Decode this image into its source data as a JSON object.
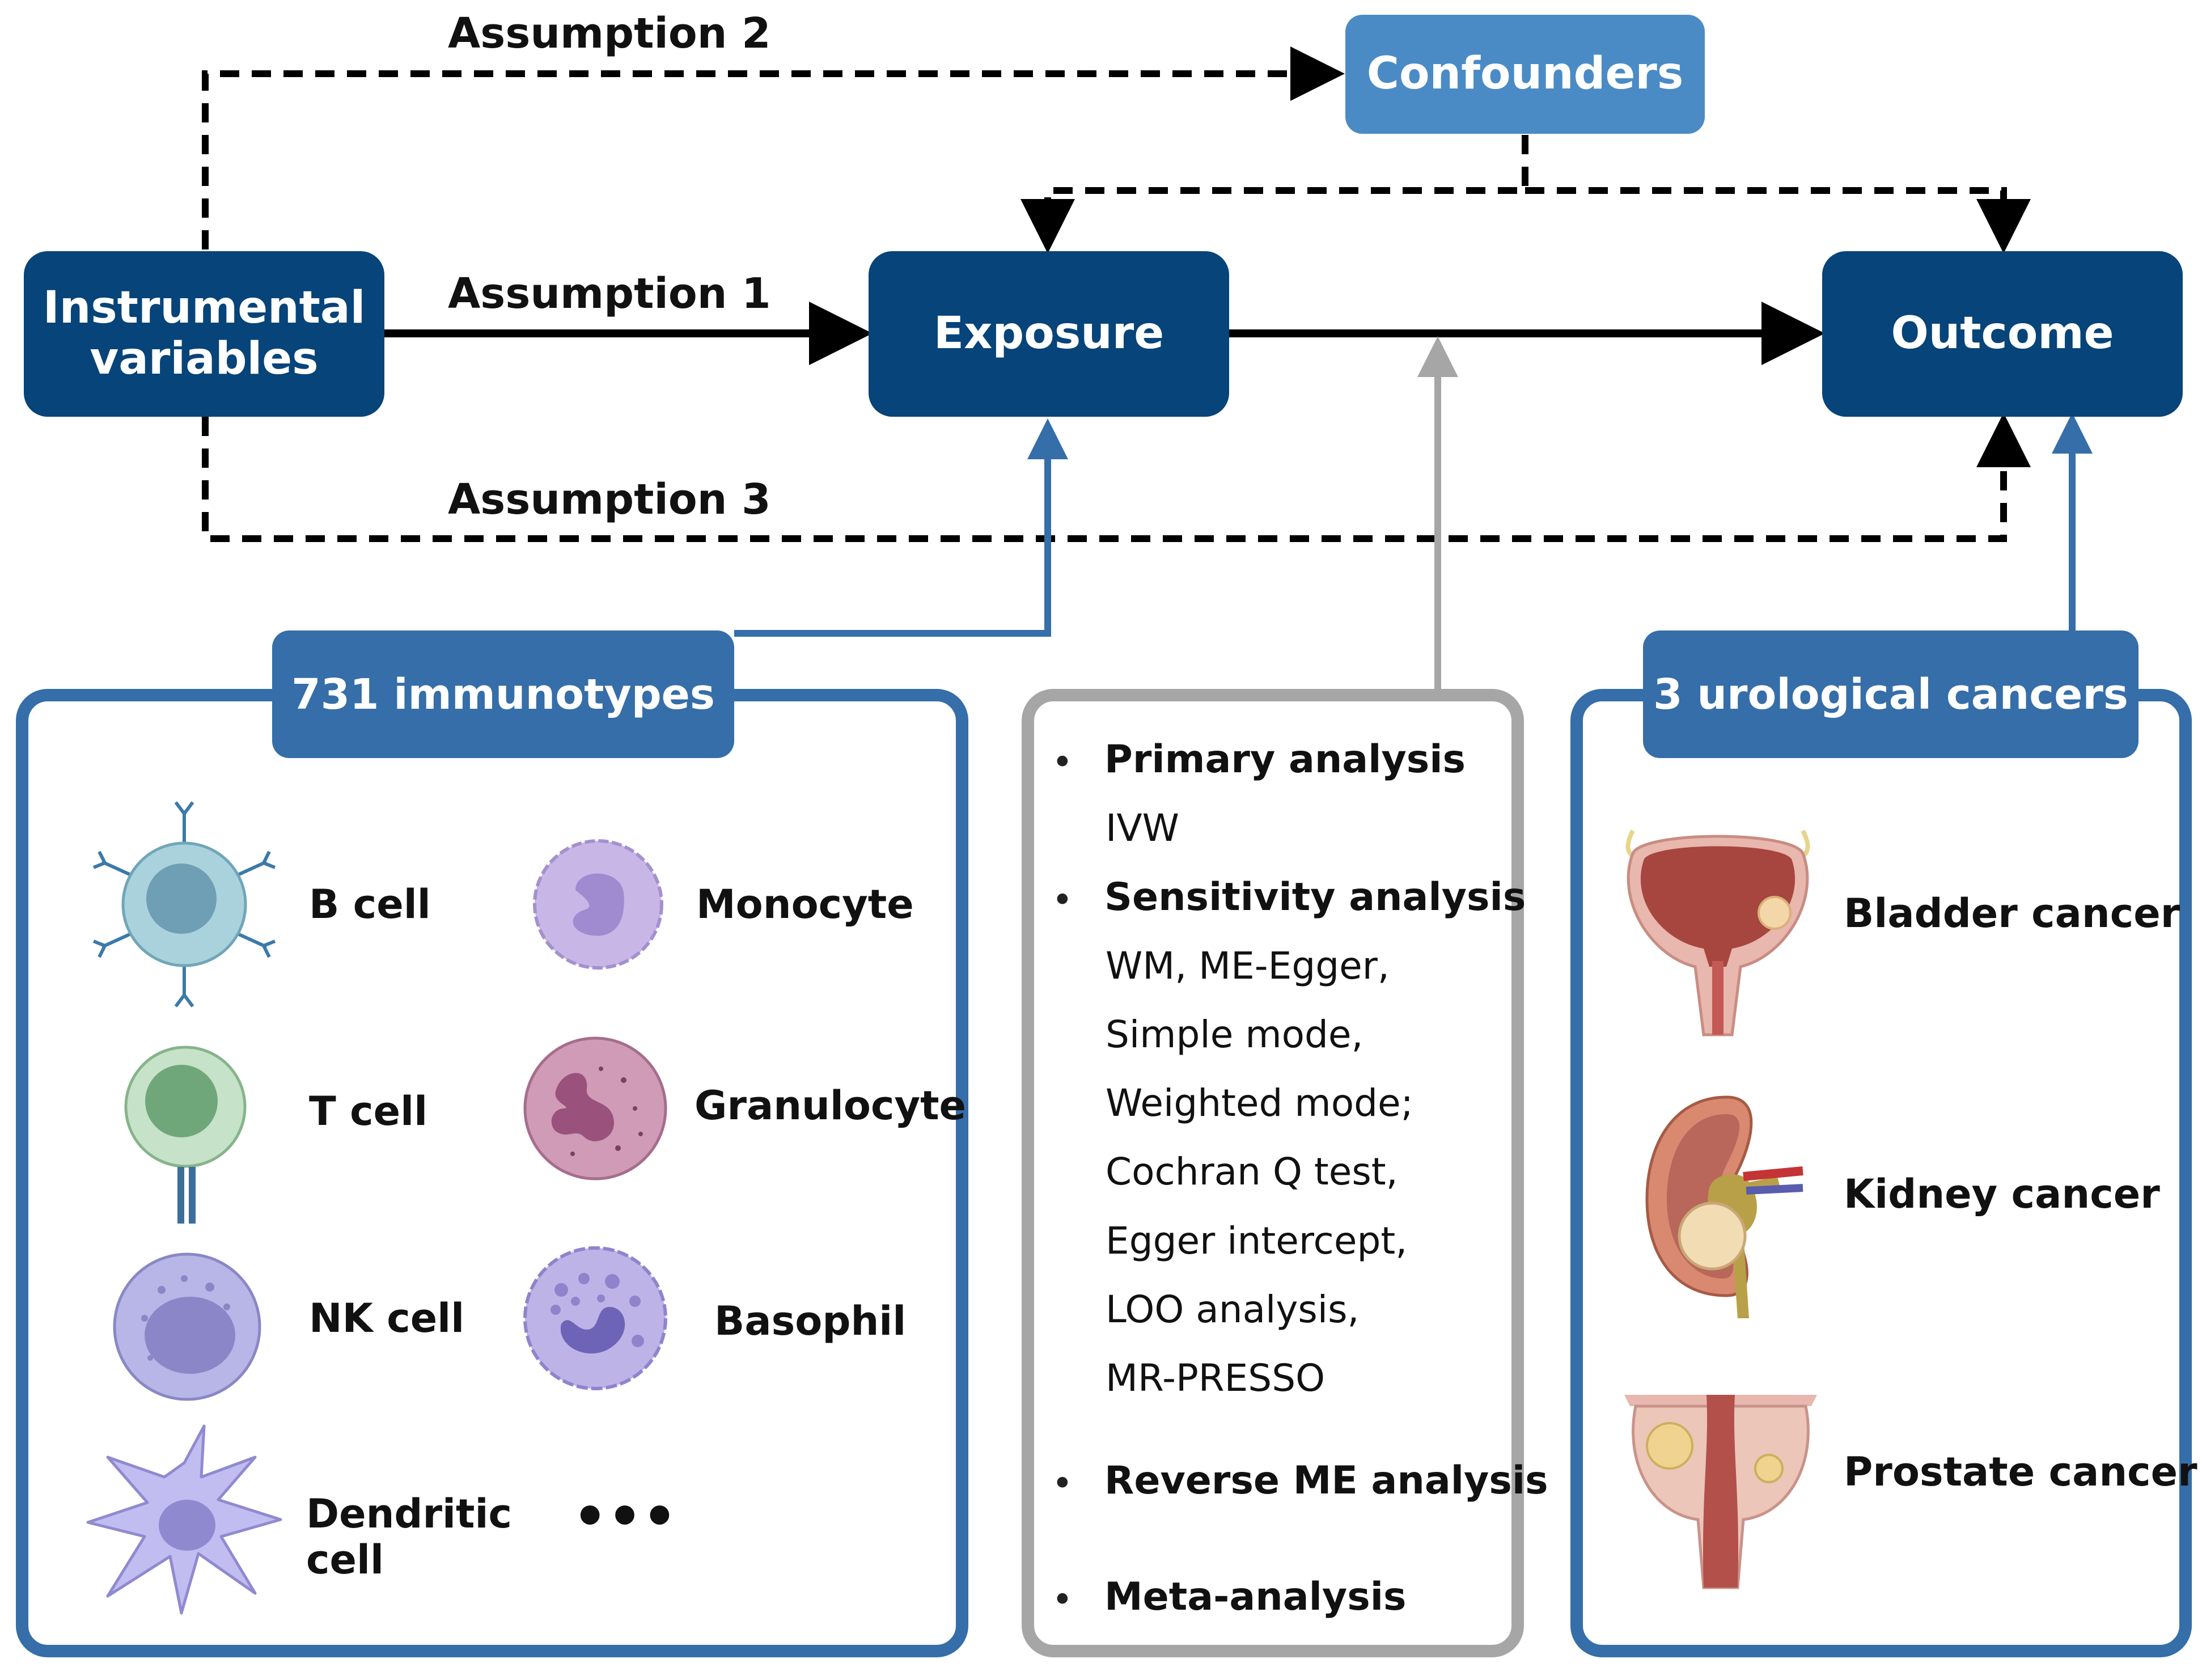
{
  "nodes": {
    "instrumental": [
      "Instrumental",
      "variables"
    ],
    "exposure": "Exposure",
    "outcome": "Outcome",
    "confounders": "Confounders"
  },
  "assumptions": {
    "a1": "Assumption 1",
    "a2": "Assumption 2",
    "a3": "Assumption 3"
  },
  "immunotypes": {
    "title": "731 immunotypes",
    "cells": {
      "b_cell": "B cell",
      "t_cell": "T cell",
      "nk_cell": "NK cell",
      "dendritic": [
        "Dendritic",
        "cell"
      ],
      "monocyte": "Monocyte",
      "granulocyte": "Granulocyte",
      "basophil": "Basophil",
      "more": "•••"
    }
  },
  "methods": {
    "bullet": "•",
    "primary": "Primary analysis",
    "primary_items": [
      "IVW"
    ],
    "sensitivity": "Sensitivity analysis",
    "sensitivity_items": [
      "WM, ME-Egger,",
      "Simple mode,",
      "Weighted mode;",
      "Cochran Q test,",
      "Egger intercept,",
      "LOO analysis,",
      "MR-PRESSO"
    ],
    "reverse": "Reverse ME analysis",
    "meta": "Meta-analysis"
  },
  "cancers": {
    "title": "3 urological cancers",
    "items": [
      "Bladder cancer",
      "Kidney cancer",
      "Prostate cancer"
    ]
  },
  "colors": {
    "dark_node": "#064479",
    "light_node": "#4a8bc5",
    "panel_border": "#356ea8",
    "gray_border": "#a6a6a6"
  }
}
